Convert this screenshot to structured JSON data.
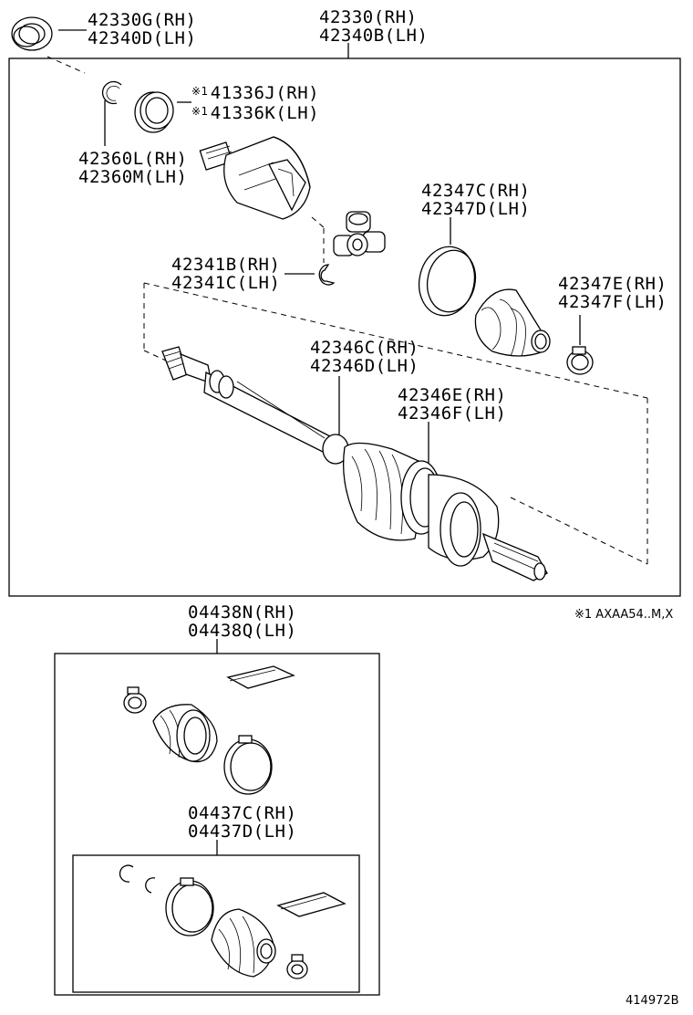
{
  "callouts": {
    "outer_seal": [
      "42330G(RH)",
      "42340D(LH)"
    ],
    "shaft_assembly": [
      "42330(RH)",
      "42340B(LH)"
    ],
    "inboard_seal": [
      "41336J(RH)",
      "41336K(LH)"
    ],
    "inboard_note_mark": "※1",
    "snap_ring": [
      "42360L(RH)",
      "42360M(LH)"
    ],
    "tripod_ring": [
      "42341B(RH)",
      "42341C(LH)"
    ],
    "inboard_boot_clamp": [
      "42347C(RH)",
      "42347D(LH)"
    ],
    "inboard_small_clamp": [
      "42347E(RH)",
      "42347F(LH)"
    ],
    "outboard_boot_clamp_big": [
      "42346C(RH)",
      "42346D(LH)"
    ],
    "outboard_boot_clamp_small": [
      "42346E(RH)",
      "42346F(LH)"
    ],
    "inboard_boot_kit": [
      "04438N(RH)",
      "04438Q(LH)"
    ],
    "outboard_boot_kit": [
      "04437C(RH)",
      "04437D(LH)"
    ]
  },
  "footnote": "※1 AXAA54..M,X",
  "diagram_id": "414972B"
}
